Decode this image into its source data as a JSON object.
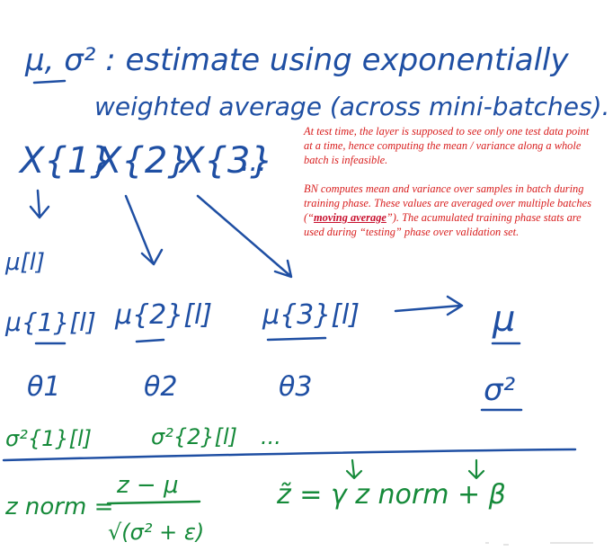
{
  "handwriting": {
    "line1": "μ, σ² : estimate using exponentially",
    "line2": "weighted average (across mini-batches).",
    "x_terms": [
      "X{1}",
      "X{2}",
      "X{3}",
      "..."
    ],
    "mu_layer_label": "μ[l]",
    "mu_terms": [
      "μ{1}[l]",
      "μ{2}[l]",
      "μ{3}[l]"
    ],
    "mu_result": "μ",
    "theta_terms": [
      "θ1",
      "θ2",
      "θ3"
    ],
    "sigma_result": "σ²",
    "sigma_terms": [
      "σ²{1}[l]",
      "σ²{2}[l]",
      "..."
    ],
    "z_norm_formula": {
      "lhs": "z norm =",
      "numerator": "z − μ",
      "denominator": "√(σ² + ε)"
    },
    "z_tilde_formula": "z̃ = γ z norm + β"
  },
  "note": {
    "paragraph1": "At test time, the layer is supposed to see only one test data point at a time, hence computing the mean / variance along a whole batch is infeasible.",
    "paragraph2_before": "BN computes mean and variance over samples in batch during training phase. These values are averaged over multiple batches (“",
    "paragraph2_emphasis": "moving average",
    "paragraph2_after": "”). The acumulated training phase stats are used during “testing” phase over validation set."
  },
  "colors": {
    "ink_blue": "#1f4fa3",
    "ink_green": "#168a3a",
    "note_red": "#d81e1e"
  }
}
